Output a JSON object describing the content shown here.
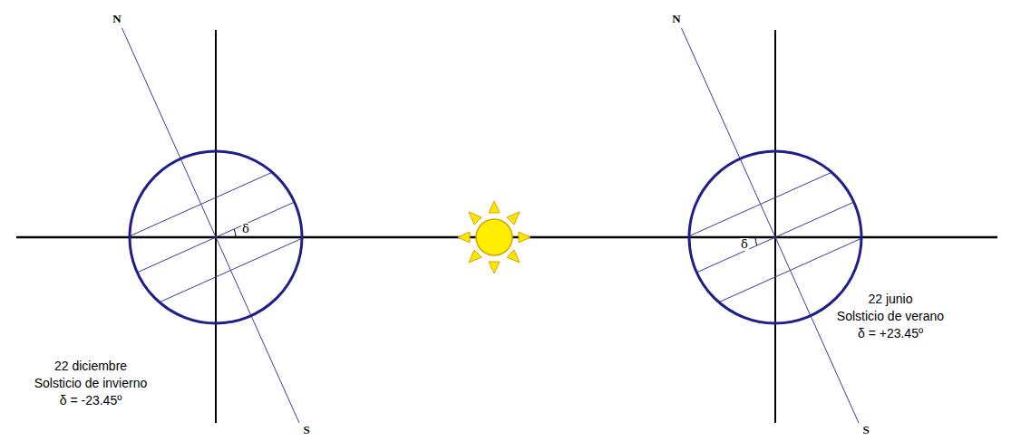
{
  "diagram": {
    "labels": [
      "N",
      "δ",
      "S",
      "22 diciembre",
      "Solsticio de invierno",
      "δ = -23.45º",
      "N",
      "δ",
      "22 junio",
      "Solsticio de verano",
      "δ = +23.45º",
      "S"
    ]
  }
}
